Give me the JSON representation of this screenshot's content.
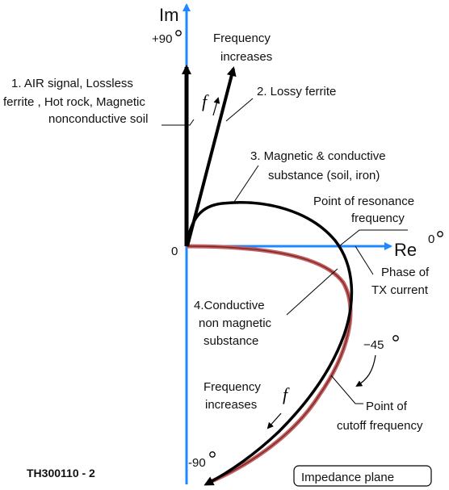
{
  "axes": {
    "im_label": "Im",
    "re_label": "Re",
    "origin_label": "0",
    "plus90": "+90",
    "zero_deg": "0",
    "minus45": "−45",
    "minus90": "-90"
  },
  "labels": {
    "freq_up_line1": "Frequency",
    "freq_up_line2": "increases",
    "f_symbol": "f",
    "item1_line1": "1.  AIR signal, Lossless",
    "item1_line2": "ferrite , Hot rock, Magnetic",
    "item1_line3": "nonconductive soil",
    "item2": "2. Lossy ferrite",
    "item3_line1": "3. Magnetic & conductive",
    "item3_line2": "substance  (soil, iron)",
    "resonance_line1": "Point of resonance",
    "resonance_line2": "frequency",
    "phase_line1": "Phase of",
    "phase_line2": "TX current",
    "item4_line1": "4.Conductive",
    "item4_line2": "non magnetic",
    "item4_line3": "substance",
    "freq_down_line1": "Frequency",
    "freq_down_line2": "increases",
    "f_symbol_down": "f",
    "cutoff_line1": "Point of",
    "cutoff_line2": "cutoff frequency",
    "figure_id": "TH300110 - 2",
    "plane_title": "Impedance plane"
  },
  "colors": {
    "axis": "#1e88ff",
    "curve": "#000000",
    "conductive_curve": "#c06060"
  }
}
